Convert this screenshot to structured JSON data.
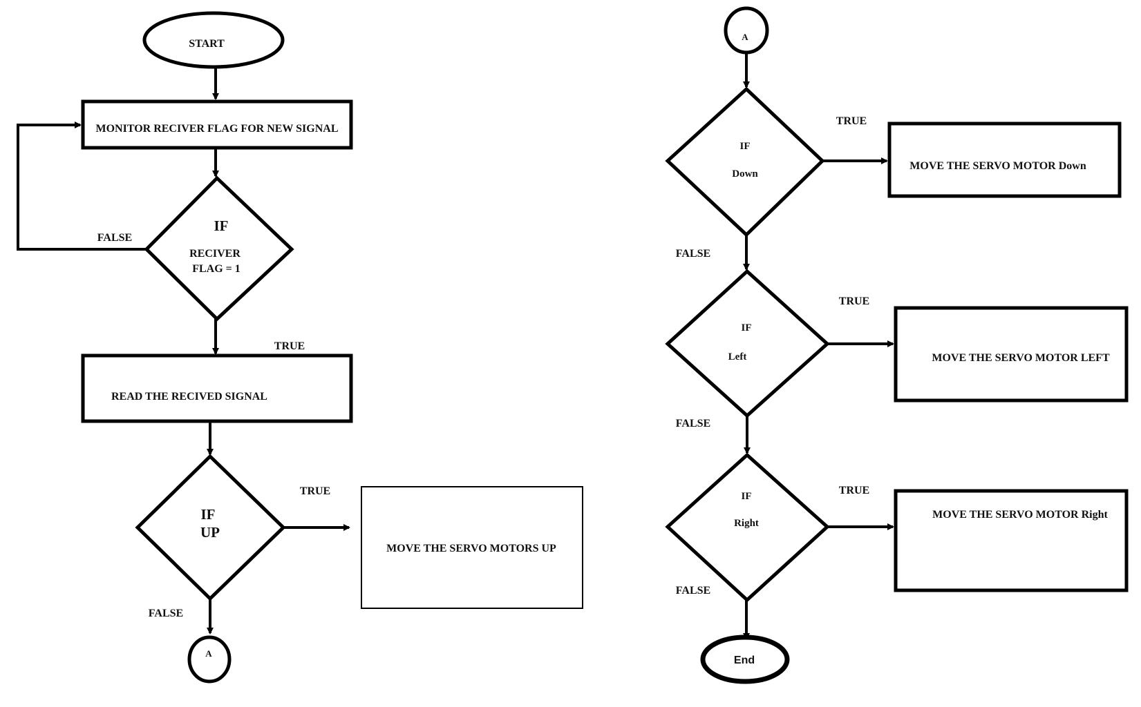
{
  "diagram": {
    "title": "Servo motor control flowchart",
    "colors": {
      "stroke": "#000000",
      "background": "#ffffff",
      "text": "#111111"
    },
    "left": {
      "start": "START",
      "monitor": "MONITOR RECIVER FLAG FOR NEW SIGNAL",
      "decision_flag": {
        "line1": "IF",
        "line2": "RECIVER",
        "line3": "FLAG = 1"
      },
      "false_label_flag": "FALSE",
      "true_label_flag": "TRUE",
      "read": "READ THE RECIVED SIGNAL",
      "decision_up": {
        "line1": "IF",
        "line2": "UP"
      },
      "true_label_up": "TRUE",
      "false_label_up": "FALSE",
      "action_up": "MOVE THE SERVO MOTORS UP",
      "connector": "A"
    },
    "right": {
      "connector": "A",
      "decision_down": {
        "line1": "IF",
        "line2": "Down"
      },
      "true_label_down": "TRUE",
      "false_label_down": "FALSE",
      "action_down": "MOVE THE SERVO MOTOR Down",
      "decision_left": {
        "line1": "IF",
        "line2": "Left"
      },
      "true_label_left": "TRUE",
      "false_label_left": "FALSE",
      "action_left": "MOVE THE SERVO MOTOR LEFT",
      "decision_right": {
        "line1": "IF",
        "line2": "Right"
      },
      "true_label_right": "TRUE",
      "false_label_right": "FALSE",
      "action_right": "MOVE THE SERVO MOTOR Right",
      "end": "End"
    }
  }
}
